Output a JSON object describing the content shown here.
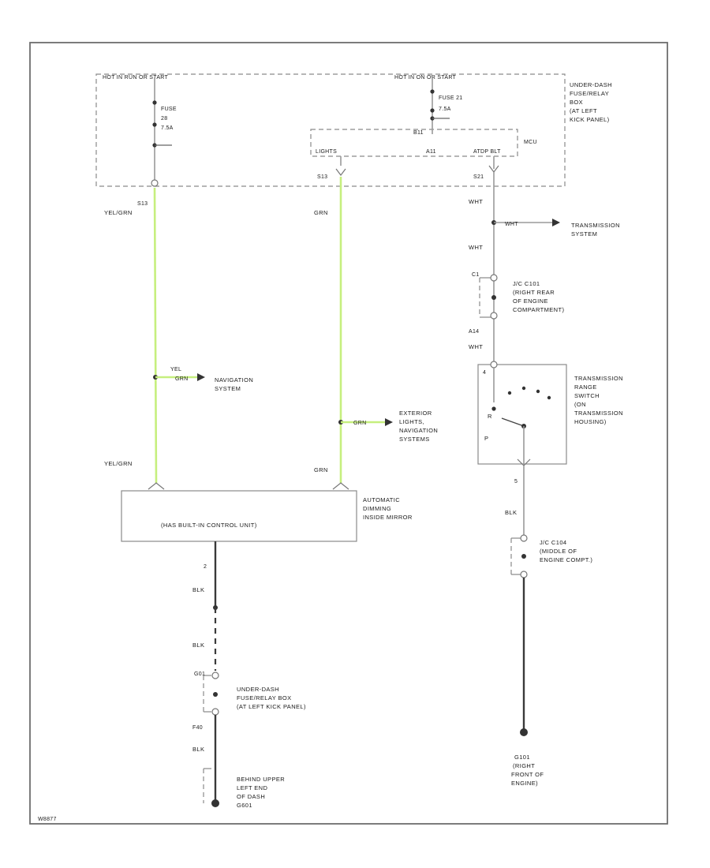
{
  "supply": {
    "left_label": "HOT IN RUN OR START",
    "right_label": "HOT IN ON OR START"
  },
  "fuse_left": {
    "label": "FUSE",
    "number": "28",
    "amps": "7.5A"
  },
  "fuse_right": {
    "label": "FUSE 21",
    "amps": "7.5A"
  },
  "relay_box": {
    "name": "UNDER-DASH FUSE/RELAY BOX",
    "location": "(AT LEFT KICK PANEL)"
  },
  "inner_module": {
    "left": "LIGHTS",
    "right": "ATDP BLT",
    "code": "MCU"
  },
  "pins": {
    "p1": "B11",
    "p2": "A11",
    "p3": "S13",
    "p4": "S21",
    "p5": "S13"
  },
  "wires": {
    "yelgrn": "YEL/GRN",
    "grn": "GRN",
    "wht": "WHT",
    "blk": "BLK",
    "yel": "YEL",
    "grn_short": "GRN"
  },
  "branches": {
    "transmission": "TRANSMISSION SYSTEM",
    "navigation": "NAVIGATION SYSTEM",
    "exterior": "EXTERIOR LIGHTS, NAVIGATION SYSTEMS"
  },
  "connectors": {
    "c101": {
      "code": "C1",
      "title": "J/C C101",
      "location": "(RIGHT REAR OF ENGINE COMPARTMENT)"
    },
    "c104": {
      "title": "J/C C104",
      "location": "(MIDDLE OF ENGINE COMPT.)"
    }
  },
  "switch": {
    "name": "TRANSMISSION RANGE SWITCH",
    "location": "(ON TRANSMISSION HOUSING)",
    "pos_r": "R",
    "pos_p": "P",
    "pin_top": "4",
    "pin_bottom": "5",
    "pin_in": "A14"
  },
  "mirror": {
    "name": "AUTOMATIC DIMMING INSIDE MIRROR",
    "body": "(HAS BUILT-IN CONTROL UNIT)",
    "pin_out": "2"
  },
  "lower": {
    "pin_in": "G01",
    "pin_out": "F40",
    "box_name": "UNDER-DASH FUSE/RELAY BOX",
    "box_location": "(AT LEFT KICK PANEL)"
  },
  "grounds": {
    "g1": {
      "name": "BEHIND UPPER LEFT END OF DASH",
      "code": "G601"
    },
    "g2": {
      "code": "G101",
      "name": "RIGHT FRONT OF ENGINE"
    }
  },
  "footer": {
    "id": "W8877"
  }
}
